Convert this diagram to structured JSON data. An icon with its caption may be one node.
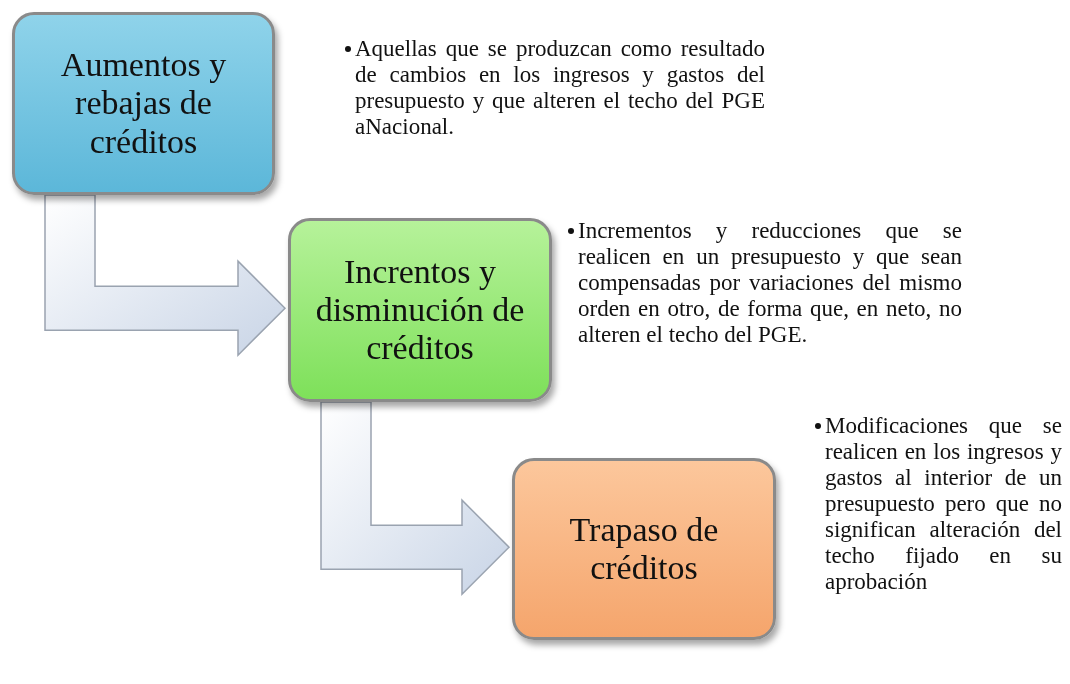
{
  "diagram": {
    "nodes": [
      {
        "text": [
          "Aumentos y rebajas de créditos"
        ],
        "beside": [
          "Aquellas que se produzcan como resultado de cambios en los ingresos y gastos del presupuesto y que alteren el techo del PGE aNacional."
        ]
      },
      {
        "text": [
          "Increntos y disminución de créditos"
        ],
        "beside": [
          "Incrementos y reducciones que se realicen en un presupuesto y que sean compensadas por variaciones del mismo orden en otro, de forma que, en neto, no alteren el techo del PGE."
        ]
      },
      {
        "text": [
          "Trapaso de créditos"
        ],
        "beside": [
          "Modificaciones que se realicen en los ingresos y gastos al interior de un presupuesto pero que no significan alteración del techo fijado en su aprobación"
        ]
      }
    ],
    "edges": [
      {
        "from": 0,
        "to": 1,
        "arrow": "to"
      },
      {
        "from": 1,
        "to": 2,
        "arrow": "to"
      }
    ]
  }
}
